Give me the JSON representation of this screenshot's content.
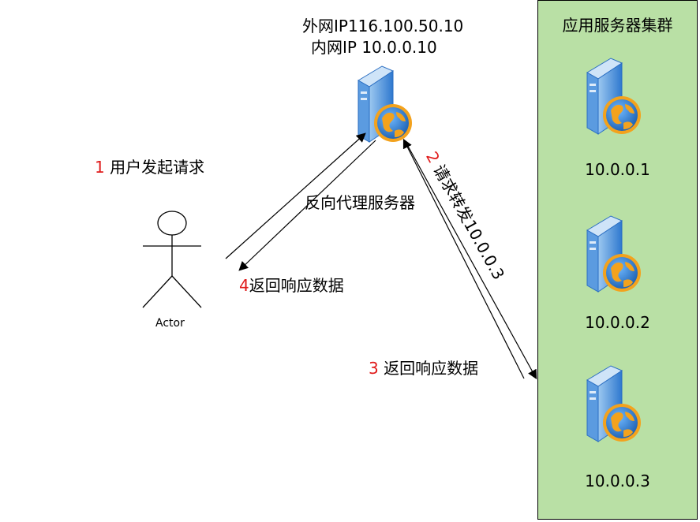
{
  "proxy": {
    "external_ip": "外网IP116.100.50.10",
    "internal_ip": "内网IP 10.0.0.10",
    "name": "反向代理服务器"
  },
  "cluster": {
    "title": "应用服务器集群",
    "servers": [
      "10.0.0.1",
      "10.0.0.2",
      "10.0.0.3"
    ]
  },
  "actor": {
    "label": "Actor"
  },
  "steps": {
    "s1": {
      "num": "1",
      "text": " 用户发起请求"
    },
    "s2": {
      "num": "2",
      "text": " 请求转发10.0.0.3"
    },
    "s3": {
      "num": "3",
      "text": " 返回响应数据"
    },
    "s4": {
      "num": "4",
      "text": "返回响应数据"
    }
  },
  "colors": {
    "cluster_fill": "#b9e0a5",
    "step_number": "#e01b1b",
    "server_blue": "#2f7fd6",
    "globe_orange": "#f3a21d"
  }
}
